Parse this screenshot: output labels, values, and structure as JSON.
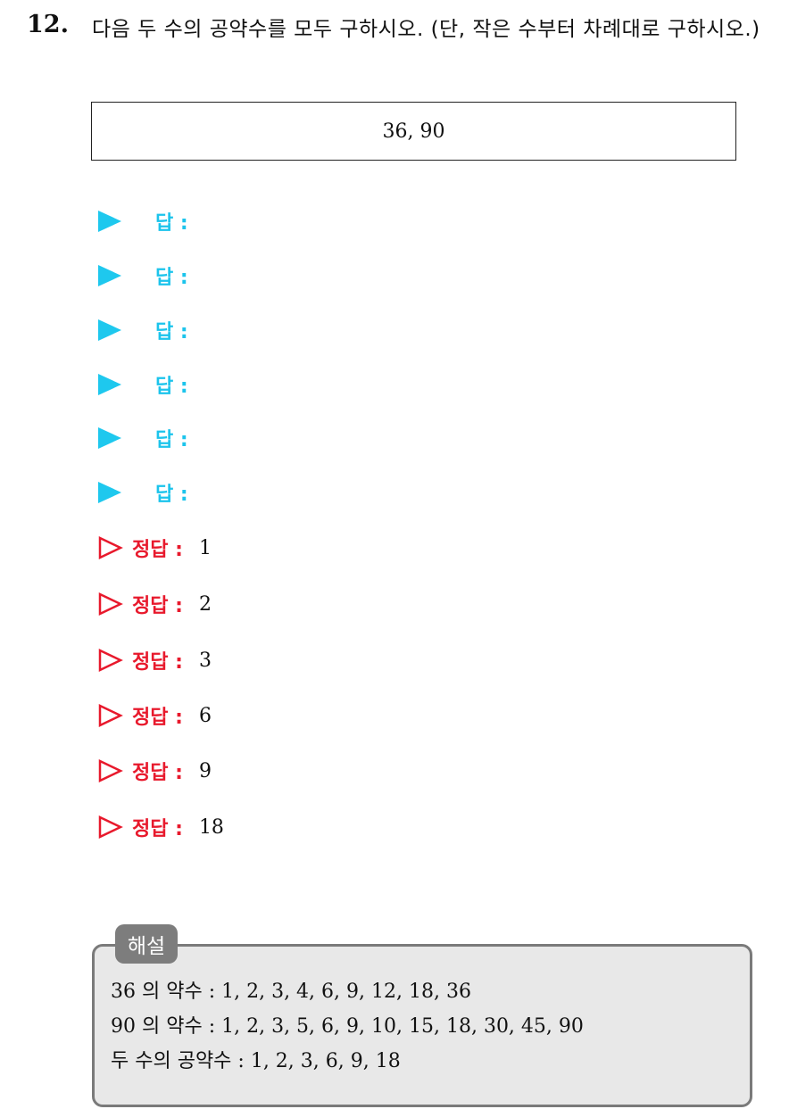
{
  "question": {
    "number": "12.",
    "text": "다음 두 수의 공약수를 모두 구하시오. (단, 작은 수부터 차례대로 구하시오.)",
    "given": "36, 90"
  },
  "answer_blanks": [
    {
      "label": "답 :"
    },
    {
      "label": "답 :"
    },
    {
      "label": "답 :"
    },
    {
      "label": "답 :"
    },
    {
      "label": "답 :"
    },
    {
      "label": "답 :"
    }
  ],
  "correct_answers": [
    {
      "label": "정답 :",
      "value": "1"
    },
    {
      "label": "정답 :",
      "value": "2"
    },
    {
      "label": "정답 :",
      "value": "3"
    },
    {
      "label": "정답 :",
      "value": "6"
    },
    {
      "label": "정답 :",
      "value": "9"
    },
    {
      "label": "정답 :",
      "value": "18"
    }
  ],
  "solution": {
    "tag": "해설",
    "lines": [
      "36 의 약수 : 1, 2, 3, 4, 6, 9, 12, 18, 36",
      "90 의 약수 : 1, 2, 3, 5, 6, 9, 10, 15, 18, 30, 45, 90",
      "두 수의 공약수 : 1, 2, 3, 6, 9, 18"
    ]
  },
  "colors": {
    "answer_accent": "#1cc4ec",
    "correct_accent": "#e8192c",
    "solution_bg": "#e8e8e8",
    "solution_border": "#7a7a7a"
  },
  "icons": {
    "answer_marker": "filled-triangle-right-icon",
    "correct_marker": "outline-triangle-right-icon"
  }
}
